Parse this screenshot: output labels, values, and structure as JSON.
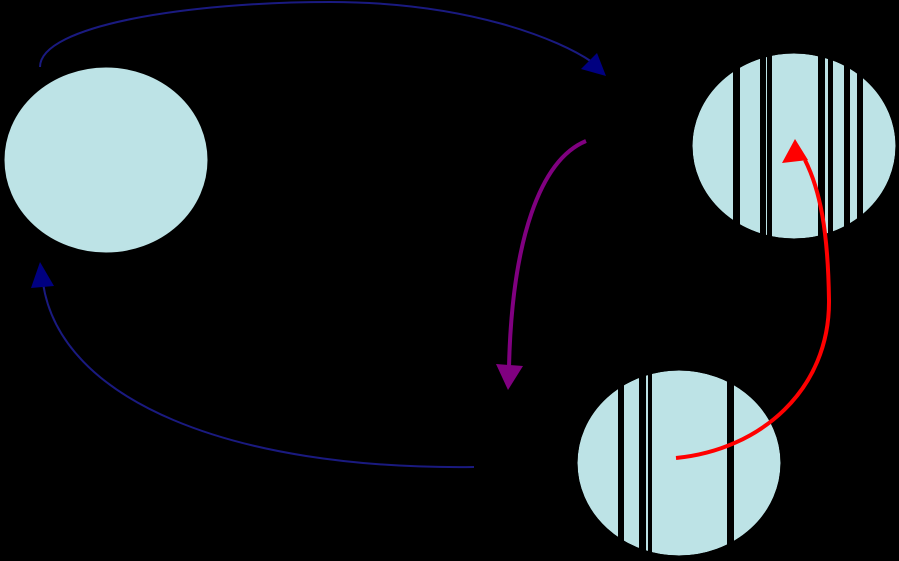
{
  "diagram": {
    "background": "#000000",
    "nodes": [
      {
        "id": "plain-ellipse",
        "fill": "#bde3e6",
        "stripes": 0
      },
      {
        "id": "striped-ellipse-top",
        "fill": "#bde3e6",
        "stripes": 7
      },
      {
        "id": "striped-ellipse-bottom",
        "fill": "#bde3e6",
        "stripes": 4
      }
    ],
    "arrows": [
      {
        "id": "arrow-top-arc",
        "color": "#1a1a80",
        "from": "plain-ellipse",
        "direction": "right"
      },
      {
        "id": "arrow-purple",
        "color": "#800080",
        "direction": "down"
      },
      {
        "id": "arrow-bottom-arc",
        "color": "#1a1a80",
        "to": "plain-ellipse",
        "direction": "left"
      },
      {
        "id": "arrow-red",
        "color": "#ff0000",
        "from": "striped-ellipse-bottom",
        "to": "striped-ellipse-top"
      }
    ],
    "stripe_color": "#000000",
    "outline_color": "#000000"
  }
}
